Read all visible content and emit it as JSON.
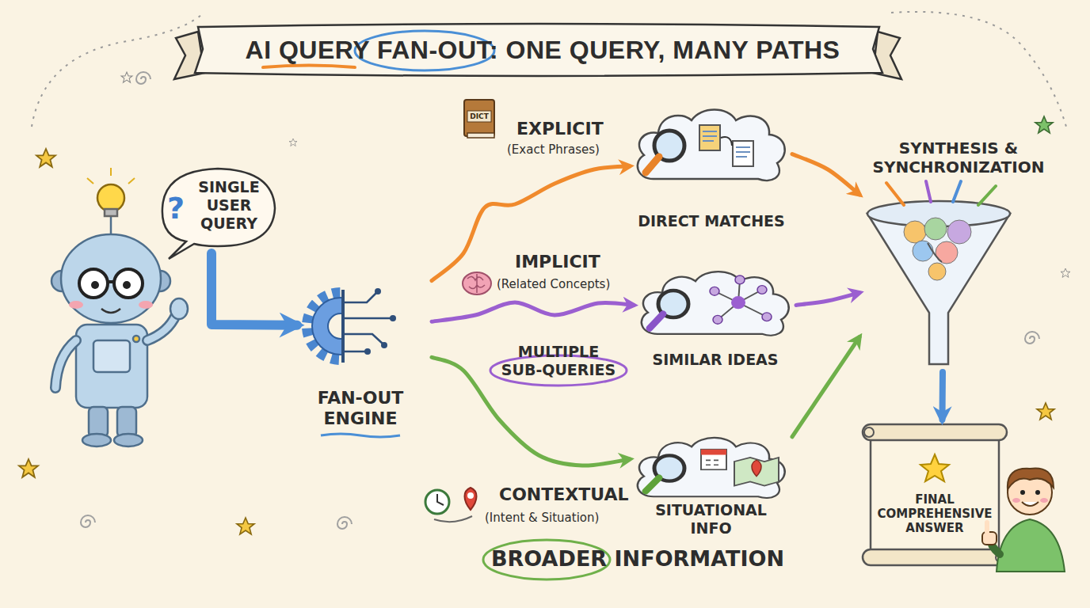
{
  "diagram": {
    "title": "AI QUERY FAN-OUT: ONE QUERY, MANY PATHS",
    "nodes": [
      {
        "text": [
          "?",
          "SINGLE USER QUERY"
        ]
      },
      {
        "text": [
          "FAN-OUT ENGINE"
        ]
      },
      {
        "text": [
          "DIRECT MATCHES"
        ]
      },
      {
        "text": [
          "SIMILAR IDEAS"
        ]
      },
      {
        "text": [
          "SITUATIONAL INFO"
        ]
      },
      {
        "text": [
          "SYNTHESIS & SYNCHRONIZATION"
        ]
      },
      {
        "text": [
          "FINAL COMPREHENSIVE ANSWER"
        ]
      }
    ],
    "edges": [
      {
        "from": 0,
        "to": 1,
        "arrow": "to"
      },
      {
        "from": 1,
        "to": 2,
        "arrow": "to",
        "label": "EXPLICIT"
      },
      {
        "from": 1,
        "to": 3,
        "arrow": "to",
        "label": "IMPLICIT"
      },
      {
        "from": 1,
        "to": 4,
        "arrow": "to",
        "label": "CONTEXTUAL"
      },
      {
        "from": 2,
        "to": 5,
        "arrow": "to"
      },
      {
        "from": 3,
        "to": 5,
        "arrow": "to"
      },
      {
        "from": 4,
        "to": 5,
        "arrow": "to"
      },
      {
        "from": 5,
        "to": 6,
        "arrow": "to"
      }
    ],
    "labels": [
      "DICT",
      "(Exact Phrases)",
      "(Related Concepts)",
      "(Intent & Situation)",
      "MULTIPLE SUB-QUERIES",
      "BROADER INFORMATION"
    ]
  }
}
